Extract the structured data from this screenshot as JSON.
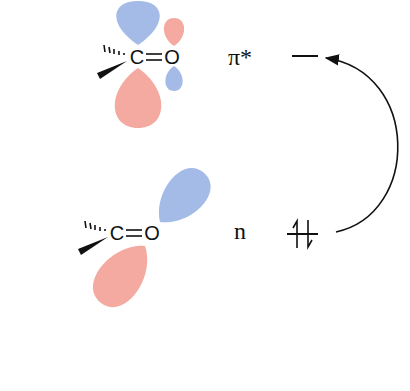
{
  "diagram": {
    "labels": [
      "C",
      "O",
      "π*",
      "C",
      "O",
      "n"
    ]
  }
}
